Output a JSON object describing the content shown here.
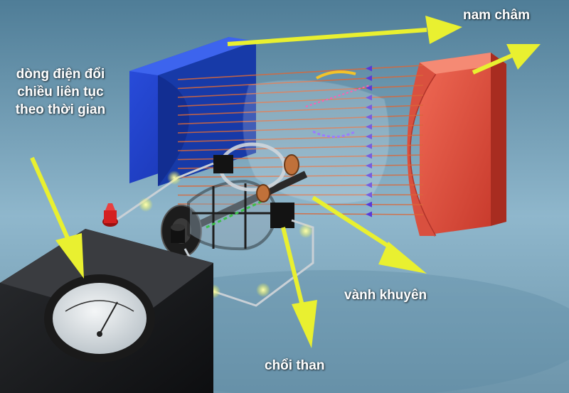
{
  "labels": {
    "magnet": "nam châm",
    "current": "dòng điện đổi chiều liên tục theo thời gian",
    "slip_ring": "vành khuyên",
    "brush": "chổi than"
  },
  "colors": {
    "background": "#7fa6bd",
    "magnet_north": "#1f3fc4",
    "magnet_south": "#e34b3a",
    "field_line": "#d9683a",
    "arrow": "#e9f030",
    "glow": "#ffff7a"
  }
}
